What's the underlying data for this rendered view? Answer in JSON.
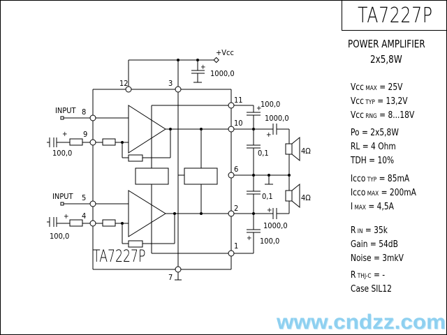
{
  "title": "TA7227P",
  "subtitle": "POWER AMPLIFIER",
  "power_rating": "2x5,8W",
  "chip_label": "TA7227P",
  "specs": [
    {
      "name": "Vcc",
      "sub": "MAX",
      "value": "= 25V"
    },
    {
      "name": "Vcc",
      "sub": "TYP",
      "value": "= 13,2V"
    },
    {
      "name": "Vcc",
      "sub": "RNG",
      "value": "= 8...18V"
    },
    {
      "name": "Po",
      "sub": "",
      "value": "= 2x5,8W"
    },
    {
      "name": "RL",
      "sub": "",
      "value": "= 4 Ohm"
    },
    {
      "name": "TDH",
      "sub": "",
      "value": "= 10%"
    },
    {
      "name": "Icco",
      "sub": "TYP",
      "value": "= 85mA"
    },
    {
      "name": "Icco",
      "sub": "MAX",
      "value": "=  200mA"
    },
    {
      "name": "I",
      "sub": "MAX",
      "value": "=    4,5A"
    },
    {
      "name": "R",
      "sub": "IN",
      "value": "=  35k"
    },
    {
      "name": "Gain",
      "sub": "",
      "value": "=  54dB"
    },
    {
      "name": "Noise",
      "sub": "",
      "value": "=  3mkV"
    },
    {
      "name": "R",
      "sub": "THJ-C",
      "value": "=  -"
    },
    {
      "name": "Case",
      "sub": "",
      "value": "SIL12"
    }
  ],
  "schematic": {
    "vcc_label": "+Vcc",
    "input_labels": [
      "INPUT",
      "INPUT"
    ],
    "pins": [
      "12",
      "3",
      "8",
      "9",
      "11",
      "10",
      "6",
      "5",
      "4",
      "2",
      "1",
      "7"
    ],
    "components": {
      "c_vcc": "1000,0",
      "c_in1": "100,0",
      "c_in2": "100,0",
      "c_boot1": "100,0",
      "c_out1": "1000,0",
      "c_filt1": "0,1",
      "c_filt2": "0,1",
      "c_out2": "1000,0",
      "c_boot2": "100,0",
      "speaker1": "4Ω",
      "speaker2": "4Ω"
    }
  },
  "watermark": "www.cndzz.com"
}
